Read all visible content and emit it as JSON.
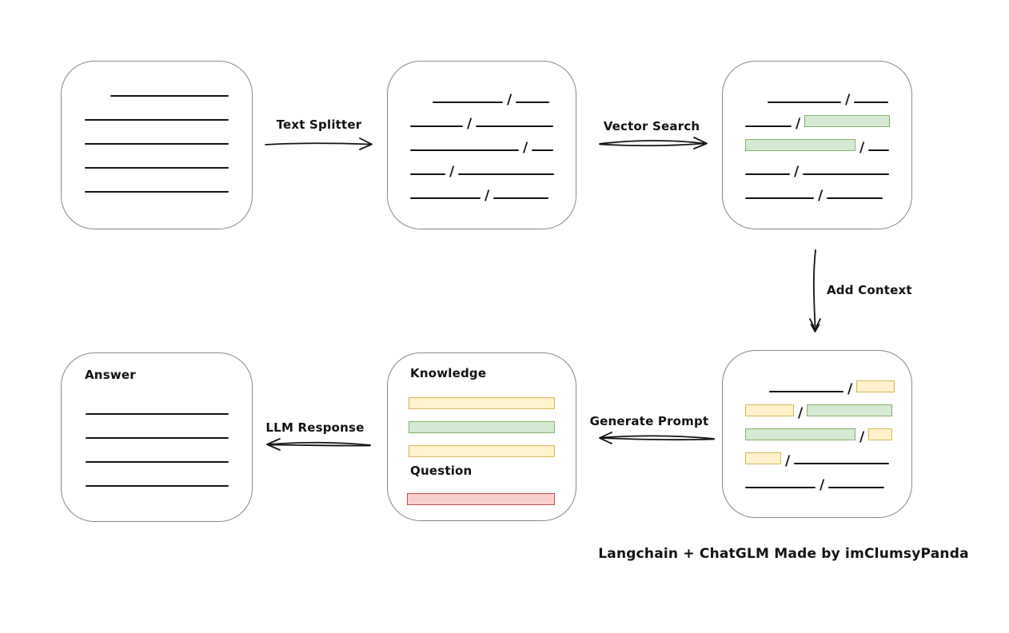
{
  "slash": "/",
  "footer": "Langchain + ChatGLM Made by imClumsyPanda",
  "colors": {
    "line": "#141414",
    "box_border": "#878787",
    "green_fill": "#d5e8d4",
    "green_border": "#82b366",
    "yellow_fill": "#fff2cc",
    "yellow_border": "#d6b656",
    "red_fill": "#f8cecc",
    "red_border": "#b85450"
  },
  "labels": {
    "text_splitter": "Text Splitter",
    "vector_search": "Vector Search",
    "add_context": "Add Context",
    "generate_prompt": "Generate Prompt",
    "llm_response": "LLM Response",
    "knowledge": "Knowledge",
    "question": "Question",
    "answer": "Answer"
  },
  "document_box": {
    "rows": [
      {
        "indent": 32,
        "segments": [
          {
            "t": "line",
            "w": 148
          }
        ]
      },
      {
        "indent": 0,
        "segments": [
          {
            "t": "line",
            "w": 180
          }
        ]
      },
      {
        "indent": 0,
        "segments": [
          {
            "t": "line",
            "w": 180
          }
        ]
      },
      {
        "indent": 0,
        "segments": [
          {
            "t": "line",
            "w": 180
          }
        ]
      },
      {
        "indent": 0,
        "segments": [
          {
            "t": "line",
            "w": 180
          }
        ]
      }
    ]
  },
  "chunks_box": {
    "rows": [
      {
        "indent": 28,
        "segments": [
          {
            "t": "line",
            "w": 88
          },
          {
            "t": "line",
            "w": 42
          }
        ]
      },
      {
        "indent": 0,
        "segments": [
          {
            "t": "line",
            "w": 66
          },
          {
            "t": "line",
            "w": 97
          }
        ]
      },
      {
        "indent": 0,
        "segments": [
          {
            "t": "line",
            "w": 136
          },
          {
            "t": "line",
            "w": 27
          }
        ]
      },
      {
        "indent": 0,
        "segments": [
          {
            "t": "line",
            "w": 44
          },
          {
            "t": "line",
            "w": 120
          }
        ]
      },
      {
        "indent": 0,
        "segments": [
          {
            "t": "line",
            "w": 88
          },
          {
            "t": "line",
            "w": 69
          }
        ]
      }
    ]
  },
  "retrieved_box": {
    "rows": [
      {
        "indent": 28,
        "segments": [
          {
            "t": "line",
            "w": 92
          },
          {
            "t": "line",
            "w": 43
          }
        ]
      },
      {
        "indent": 0,
        "segments": [
          {
            "t": "line",
            "w": 58
          },
          {
            "t": "green",
            "w": 107
          }
        ]
      },
      {
        "indent": 0,
        "segments": [
          {
            "t": "green",
            "w": 138
          },
          {
            "t": "line",
            "w": 26
          }
        ]
      },
      {
        "indent": 0,
        "segments": [
          {
            "t": "line",
            "w": 56
          },
          {
            "t": "line",
            "w": 108
          }
        ]
      },
      {
        "indent": 0,
        "segments": [
          {
            "t": "line",
            "w": 86
          },
          {
            "t": "line",
            "w": 70
          }
        ]
      }
    ]
  },
  "context_box": {
    "rows": [
      {
        "indent": 30,
        "segments": [
          {
            "t": "line",
            "w": 93
          },
          {
            "t": "yellow",
            "w": 48
          }
        ]
      },
      {
        "indent": 0,
        "segments": [
          {
            "t": "yellow",
            "w": 61
          },
          {
            "t": "green",
            "w": 107
          }
        ]
      },
      {
        "indent": 0,
        "segments": [
          {
            "t": "green",
            "w": 138
          },
          {
            "t": "yellow",
            "w": 30
          }
        ]
      },
      {
        "indent": 0,
        "segments": [
          {
            "t": "yellow",
            "w": 45
          },
          {
            "t": "line",
            "w": 119
          }
        ]
      },
      {
        "indent": 0,
        "segments": [
          {
            "t": "line",
            "w": 88
          },
          {
            "t": "line",
            "w": 70
          }
        ]
      }
    ]
  },
  "prompt_box": {
    "knowledge_bars": [
      {
        "segments": [
          {
            "t": "yellow",
            "w": 183
          }
        ]
      },
      {
        "segments": [
          {
            "t": "green",
            "w": 183
          }
        ]
      },
      {
        "segments": [
          {
            "t": "yellow",
            "w": 183
          }
        ]
      }
    ],
    "question_bars": [
      {
        "segments": [
          {
            "t": "red",
            "w": 185
          }
        ]
      }
    ]
  },
  "answer_box": {
    "rows": [
      {
        "indent": 0,
        "segments": [
          {
            "t": "line",
            "w": 179
          }
        ]
      },
      {
        "indent": 0,
        "segments": [
          {
            "t": "line",
            "w": 179
          }
        ]
      },
      {
        "indent": 0,
        "segments": [
          {
            "t": "line",
            "w": 179
          }
        ]
      },
      {
        "indent": 0,
        "segments": [
          {
            "t": "line",
            "w": 179
          }
        ]
      }
    ]
  }
}
